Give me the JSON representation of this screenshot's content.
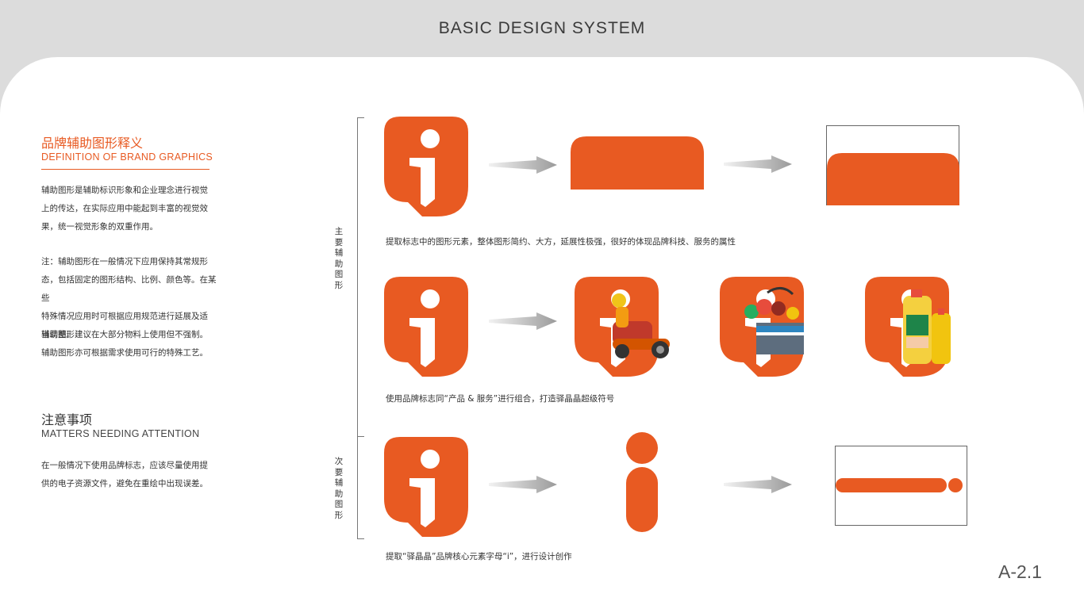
{
  "header": {
    "title": "BASIC DESIGN SYSTEM"
  },
  "left": {
    "brand_title": "品牌辅助图形释义",
    "brand_subtitle": "DEFINITION OF BRAND GRAPHICS",
    "desc_lines": [
      "辅助图形是辅助标识形象和企业理念进行视觉",
      "上的传达，在实际应用中能起到丰富的视觉效",
      "果，统一视觉形象的双重作用。"
    ],
    "note_lines": [
      "注：辅助图形在一般情况下应用保持其常规形",
      "态，包括固定的图形结构、比例、颜色等。在某些",
      "特殊情况应用时可根据应用规范进行延展及适",
      "当调整。"
    ],
    "note_extra1": "辅助图形建议在大部分物料上使用但不强制。",
    "note_extra2": "辅助图形亦可根据需求使用可行的特殊工艺。",
    "attention_title": "注意事项",
    "attention_subtitle": "MATTERS NEEDING ATTENTION",
    "attention_lines": [
      "在一般情况下使用品牌标志，应该尽量使用提",
      "供的电子资源文件，避免在重绘中出现误差。"
    ]
  },
  "main": {
    "primary_label": "主要辅助图形",
    "secondary_label": "次要辅助图形",
    "caption1": "提取标志中的图形元素，整体图形简约、大方，延展性极强，很好的体现品牌科技、服务的属性",
    "caption2": "使用品牌标志同“产品 & 服务”进行组合，打造驿晶晶超级符号",
    "caption3": "提取“驿晶晶”品牌核心元素字母“i”，进行设计创作"
  },
  "colors": {
    "brand_orange": "#e85a22",
    "header_gray": "#dcdcdc"
  },
  "page_number": "A-2.1"
}
